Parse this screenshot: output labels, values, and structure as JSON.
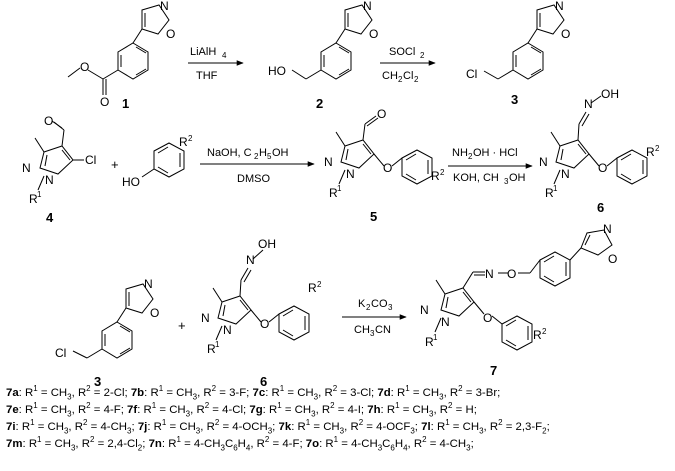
{
  "scheme": {
    "atoms": {
      "O": "O",
      "N": "N",
      "Cl": "Cl",
      "HO": "HO",
      "OH": "OH",
      "R": "R",
      "sup1": "1",
      "sup2": "2",
      "sub2": "2",
      "sub3": "3",
      "sub4": "4",
      "sub5": "5"
    },
    "compound_labels": {
      "c1": "1",
      "c2": "2",
      "c3": "3",
      "c4": "4",
      "c5": "5",
      "c6": "6",
      "c3b": "3",
      "c6b": "6",
      "c7": "7"
    },
    "reagents": {
      "lialh": "LiAlH",
      "thf": "THF",
      "socl": "SOCl",
      "ch2cl2_a": "CH",
      "ch2cl2_b": "Cl",
      "naoh": "NaOH, C",
      "h": "H",
      "oh": "OH",
      "dmso": "DMSO",
      "nh2oh": "NH",
      "nh2oh_b": "OH · HCl",
      "koh": "KOH, CH",
      "k2co3_a": "K",
      "k2co3_b": "CO",
      "ch3cn_a": "CH",
      "ch3cn_b": "CN",
      "plus": "+"
    }
  },
  "legend": [
    [
      {
        "id": "7a",
        "r1": "CH",
        "r1sub": "3",
        "r2": "2-Cl"
      },
      {
        "id": "7b",
        "r1": "CH",
        "r1sub": "3",
        "r2": "3-F"
      },
      {
        "id": "7c",
        "r1": "CH",
        "r1sub": "3",
        "r2": "3-Cl"
      },
      {
        "id": "7d",
        "r1": "CH",
        "r1sub": "3",
        "r2": "3-Br"
      }
    ],
    [
      {
        "id": "7e",
        "r1": "CH",
        "r1sub": "3",
        "r2": "4-F"
      },
      {
        "id": "7f",
        "r1": "CH",
        "r1sub": "3",
        "r2": "4-Cl"
      },
      {
        "id": "7g",
        "r1": "CH",
        "r1sub": "3",
        "r2": "4-I"
      },
      {
        "id": "7h",
        "r1": "CH",
        "r1sub": "3",
        "r2": "H"
      }
    ],
    [
      {
        "id": "7i",
        "r1": "CH",
        "r1sub": "3",
        "r2": "4-CH",
        "r2sub": "3"
      },
      {
        "id": "7j",
        "r1": "CH",
        "r1sub": "3",
        "r2": "4-OCH",
        "r2sub": "3"
      },
      {
        "id": "7k",
        "r1": "CH",
        "r1sub": "3",
        "r2": "4-OCF",
        "r2sub": "3"
      },
      {
        "id": "7l",
        "r1": "CH",
        "r1sub": "3",
        "r2": "2,3-F",
        "r2sub": "2"
      }
    ],
    [
      {
        "id": "7m",
        "r1": "CH",
        "r1sub": "3",
        "r2": "2,4-Cl",
        "r2sub": "2"
      },
      {
        "id": "7n",
        "r1": "4-CH",
        "r1sub": "3",
        "r1b": "C",
        "r1bsub": "6",
        "r1c": "H",
        "r1csub": "4",
        "r2": "4-F"
      },
      {
        "id": "7o",
        "r1": "4-CH",
        "r1sub": "3",
        "r1b": "C",
        "r1bsub": "6",
        "r1c": "H",
        "r1csub": "4",
        "r2": "4-CH",
        "r2sub": "3"
      }
    ]
  ],
  "legend_text": {
    "r1_label": "R",
    "r2_label": "R",
    "sup1": "1",
    "sup2": "2",
    "eq": " = ",
    "sep": ", ",
    "end": ";",
    "colon": ": "
  }
}
